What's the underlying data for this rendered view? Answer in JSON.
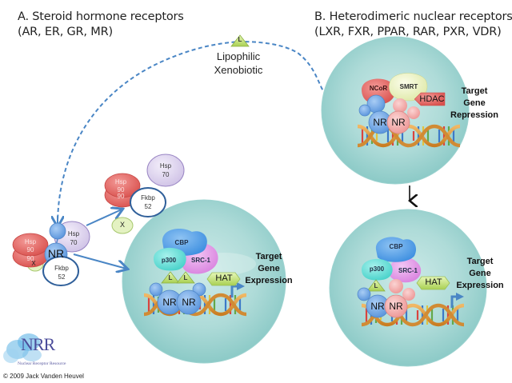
{
  "panel_a": {
    "title": "A.   Steroid hormone receptors",
    "subtitle": "(AR, ER, GR, MR)"
  },
  "panel_b": {
    "title": "B. Heterodimeric nuclear receptors",
    "subtitle": "(LXR, FXR, PPAR, RAR, PXR, VDR)"
  },
  "ligand": {
    "symbol": "L",
    "label_line1": "Lipophilic",
    "label_line2": "Xenobiotic"
  },
  "cytoplasmic_complex": {
    "receptor": "NR",
    "hsp90_top": "Hsp",
    "hsp90_top2": "90",
    "hsp90_bottom": "90",
    "hsp70_line1": "Hsp",
    "hsp70_line2": "70",
    "fkbp_line1": "Fkbp",
    "fkbp_line2": "52",
    "x": "X"
  },
  "released_chaperones": {
    "hsp70_line1": "Hsp",
    "hsp70_line2": "70",
    "hsp90_line1": "Hsp",
    "hsp90_line2": "90",
    "hsp90_bottom": "90",
    "fkbp_line1": "Fkbp",
    "fkbp_line2": "52",
    "x": "X"
  },
  "nucleus_a": {
    "cbp": "CBP",
    "p300": "p300",
    "src1": "SRC-1",
    "hat": "HAT",
    "ligand": "L",
    "nr_left": "NR",
    "nr_right": "NR",
    "outcome_line1": "Target",
    "outcome_line2": "Gene",
    "outcome_line3": "Expression"
  },
  "nucleus_b_repressed": {
    "ncor": "NCoR",
    "smrt": "SMRT",
    "hdac": "HDAC",
    "nr_left": "NR",
    "nr_right": "NR",
    "outcome_line1": "Target",
    "outcome_line2": "Gene",
    "outcome_line3": "Repression"
  },
  "nucleus_b_active": {
    "cbp": "CBP",
    "p300": "p300",
    "src1": "SRC-1",
    "hat": "HAT",
    "ligand": "L",
    "nr_left": "NR",
    "nr_right": "NR",
    "outcome_line1": "Target",
    "outcome_line2": "Gene",
    "outcome_line3": "Expression"
  },
  "logo": {
    "mark": "NRR",
    "name": "Nuclear Receptor Resource"
  },
  "copyright": "© 2009 Jack Vanden Heuvel",
  "colors": {
    "nucleus": "#a9dcd9",
    "nr_blue": "#6fa6e6",
    "nr_pink": "#f3a9a8",
    "hsp90_red": "#e0625f",
    "hsp70_lavender": "#ddd3ee",
    "ligand_green": "#b6d862",
    "arrow_blue": "#4a86c5",
    "ncor_red": "#e5605c",
    "smrt_yellow": "#eef3c8",
    "cbp_blue": "#5aa5ea",
    "p300_cyan": "#6fe3dc",
    "src1_violet": "#e39ae8",
    "hat_green": "#d7ef9a"
  }
}
